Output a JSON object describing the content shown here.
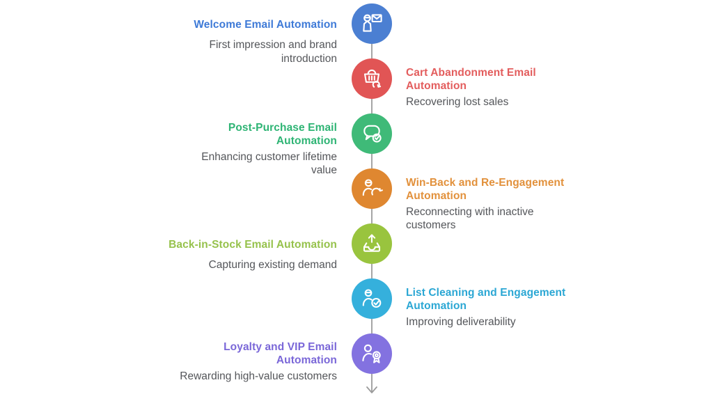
{
  "infographic": {
    "background": "#ffffff",
    "line_color": "#9b9b9b",
    "icon_stroke": "#ffffff",
    "subtitle_color": "#54565a"
  },
  "items": [
    {
      "title": "Welcome Email Automation",
      "subtitle": "First impression and brand\nintroduction",
      "title_color": "#3e7ad7",
      "circle_color": "#4b7fd2",
      "icon": "user-mail-icon",
      "side": "left"
    },
    {
      "title": "Cart Abandonment Email\nAutomation",
      "subtitle": "Recovering lost sales",
      "title_color": "#e35d5d",
      "circle_color": "#e15555",
      "icon": "basket-refresh-icon",
      "side": "right"
    },
    {
      "title": "Post-Purchase Email\nAutomation",
      "subtitle": "Enhancing customer lifetime\nvalue",
      "title_color": "#2eb474",
      "circle_color": "#3fba78",
      "icon": "chat-check-icon",
      "side": "left"
    },
    {
      "title": "Win-Back and Re-Engagement\nAutomation",
      "subtitle": "Reconnecting with inactive\ncustomers",
      "title_color": "#e2913c",
      "circle_color": "#df8730",
      "icon": "user-refresh-icon",
      "side": "right"
    },
    {
      "title": "Back-in-Stock Email Automation",
      "subtitle": "Capturing existing demand",
      "title_color": "#96c24c",
      "circle_color": "#99c43e",
      "icon": "inbox-arrow-up-icon",
      "side": "left"
    },
    {
      "title": "List Cleaning and Engagement\nAutomation",
      "subtitle": "Improving deliverability",
      "title_color": "#2ba7d4",
      "circle_color": "#35b0dc",
      "icon": "user-check-icon",
      "side": "right"
    },
    {
      "title": "Loyalty and VIP Email\nAutomation",
      "subtitle": "Rewarding high-value customers",
      "title_color": "#7a67d8",
      "circle_color": "#8372e0",
      "icon": "user-award-icon",
      "side": "left"
    }
  ]
}
